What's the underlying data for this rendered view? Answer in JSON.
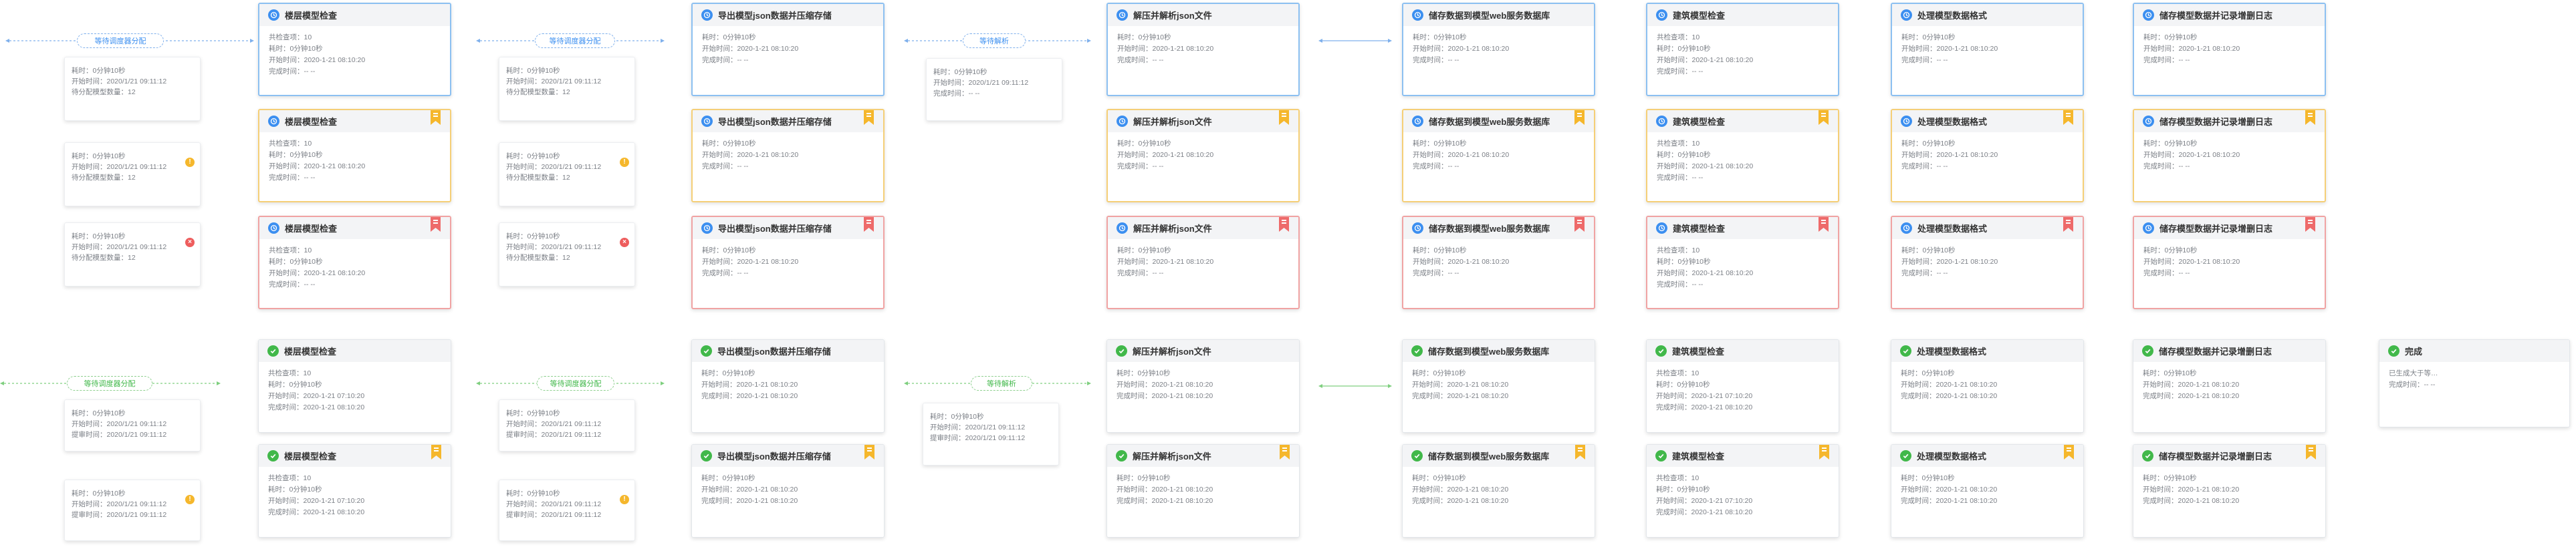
{
  "colors": {
    "accent_blue": "#3c8ff0",
    "accent_green": "#41b84a",
    "warning": "#f5b72c",
    "error": "#ee5d5d"
  },
  "labels": {
    "count_prefix": "共检查项：",
    "duration_prefix": "耗时：",
    "start_prefix": "开始时间：",
    "finish_prefix": "完成时间：",
    "submit_prefix": "提审时间：",
    "pending_prefix": "待分配模型数量：",
    "progress_prefix": "已生成大于等…"
  },
  "values": {
    "count": "10",
    "duration": "0分钟10秒",
    "start": "2020-1-21 08:10:20",
    "start_alt": "2020-1-21 07:10:20",
    "finish": "2020-1-21 08:10:20",
    "empty": "-- --",
    "wait_time": "2020/1/21 09:11:12",
    "pending": "12"
  },
  "pills": {
    "wait_assign": "等待调度器分配",
    "wait_parse": "等待解析"
  },
  "titles": {
    "floor": "楼层模型检查",
    "export": "导出模型json数据并压缩存储",
    "parse": "解压并解析json文件",
    "store": "储存数据到模型web服务数据库",
    "building": "建筑模型检查",
    "process": "处理模型数据格式",
    "log": "储存模型数据并记录增删日志",
    "done": "完成"
  },
  "icons": {
    "running": "clock-icon",
    "success": "check-icon",
    "bookmark": "bookmark-icon",
    "warn": "warning-badge-icon",
    "error": "error-badge-icon"
  }
}
